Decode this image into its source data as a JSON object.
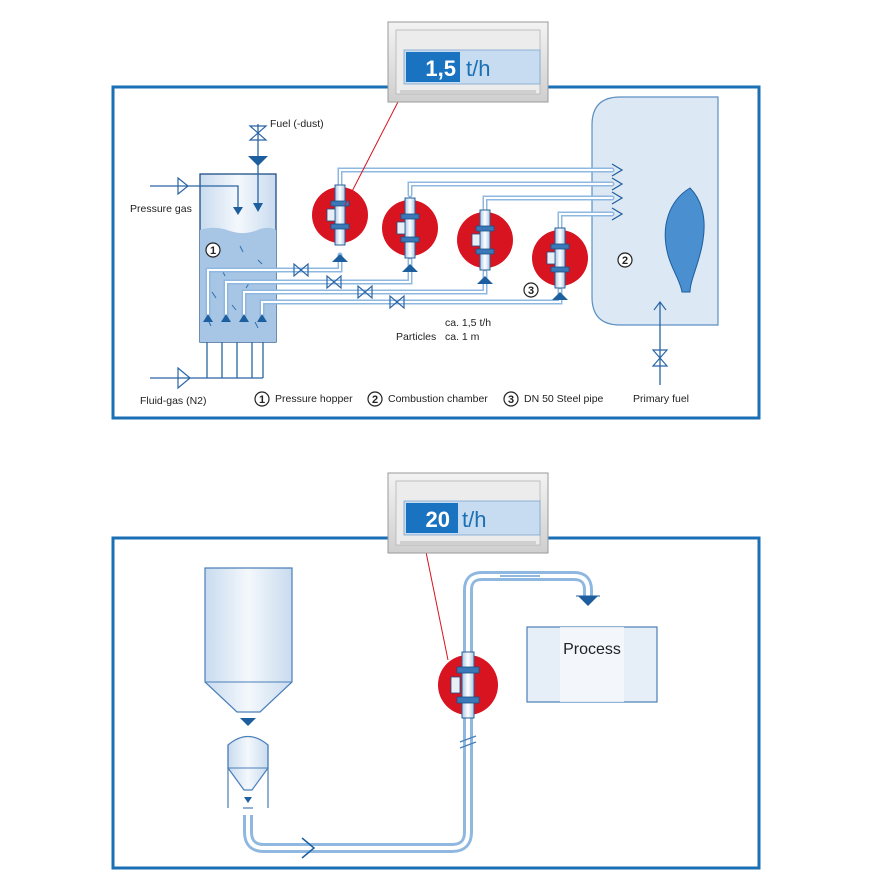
{
  "top_diagram": {
    "display": {
      "value": "1,5",
      "unit": "t/h"
    },
    "labels": {
      "fuel_dust": "Fuel (-dust)",
      "pressure_gas": "Pressure gas",
      "fluid_gas": "Fluid-gas (N2)",
      "primary_fuel": "Primary fuel",
      "flow_rate": "ca. 1,5 t/h",
      "particles": "Particles",
      "particles_value": "ca. 1 m"
    },
    "markers": [
      "1",
      "2",
      "3"
    ],
    "legend": [
      {
        "num": "1",
        "text": "Pressure hopper"
      },
      {
        "num": "2",
        "text": "Combustion chamber"
      },
      {
        "num": "3",
        "text": "DN 50 Steel pipe"
      }
    ]
  },
  "bottom_diagram": {
    "display": {
      "value": "20",
      "unit": "t/h"
    },
    "process_label": "Process"
  },
  "colors": {
    "frame": "#1a6fb5",
    "pipe": "#8fb8e0",
    "sensor_red": "#d7141f",
    "fill_light": "#dce8f4",
    "display_blue": "#1a73c0"
  }
}
